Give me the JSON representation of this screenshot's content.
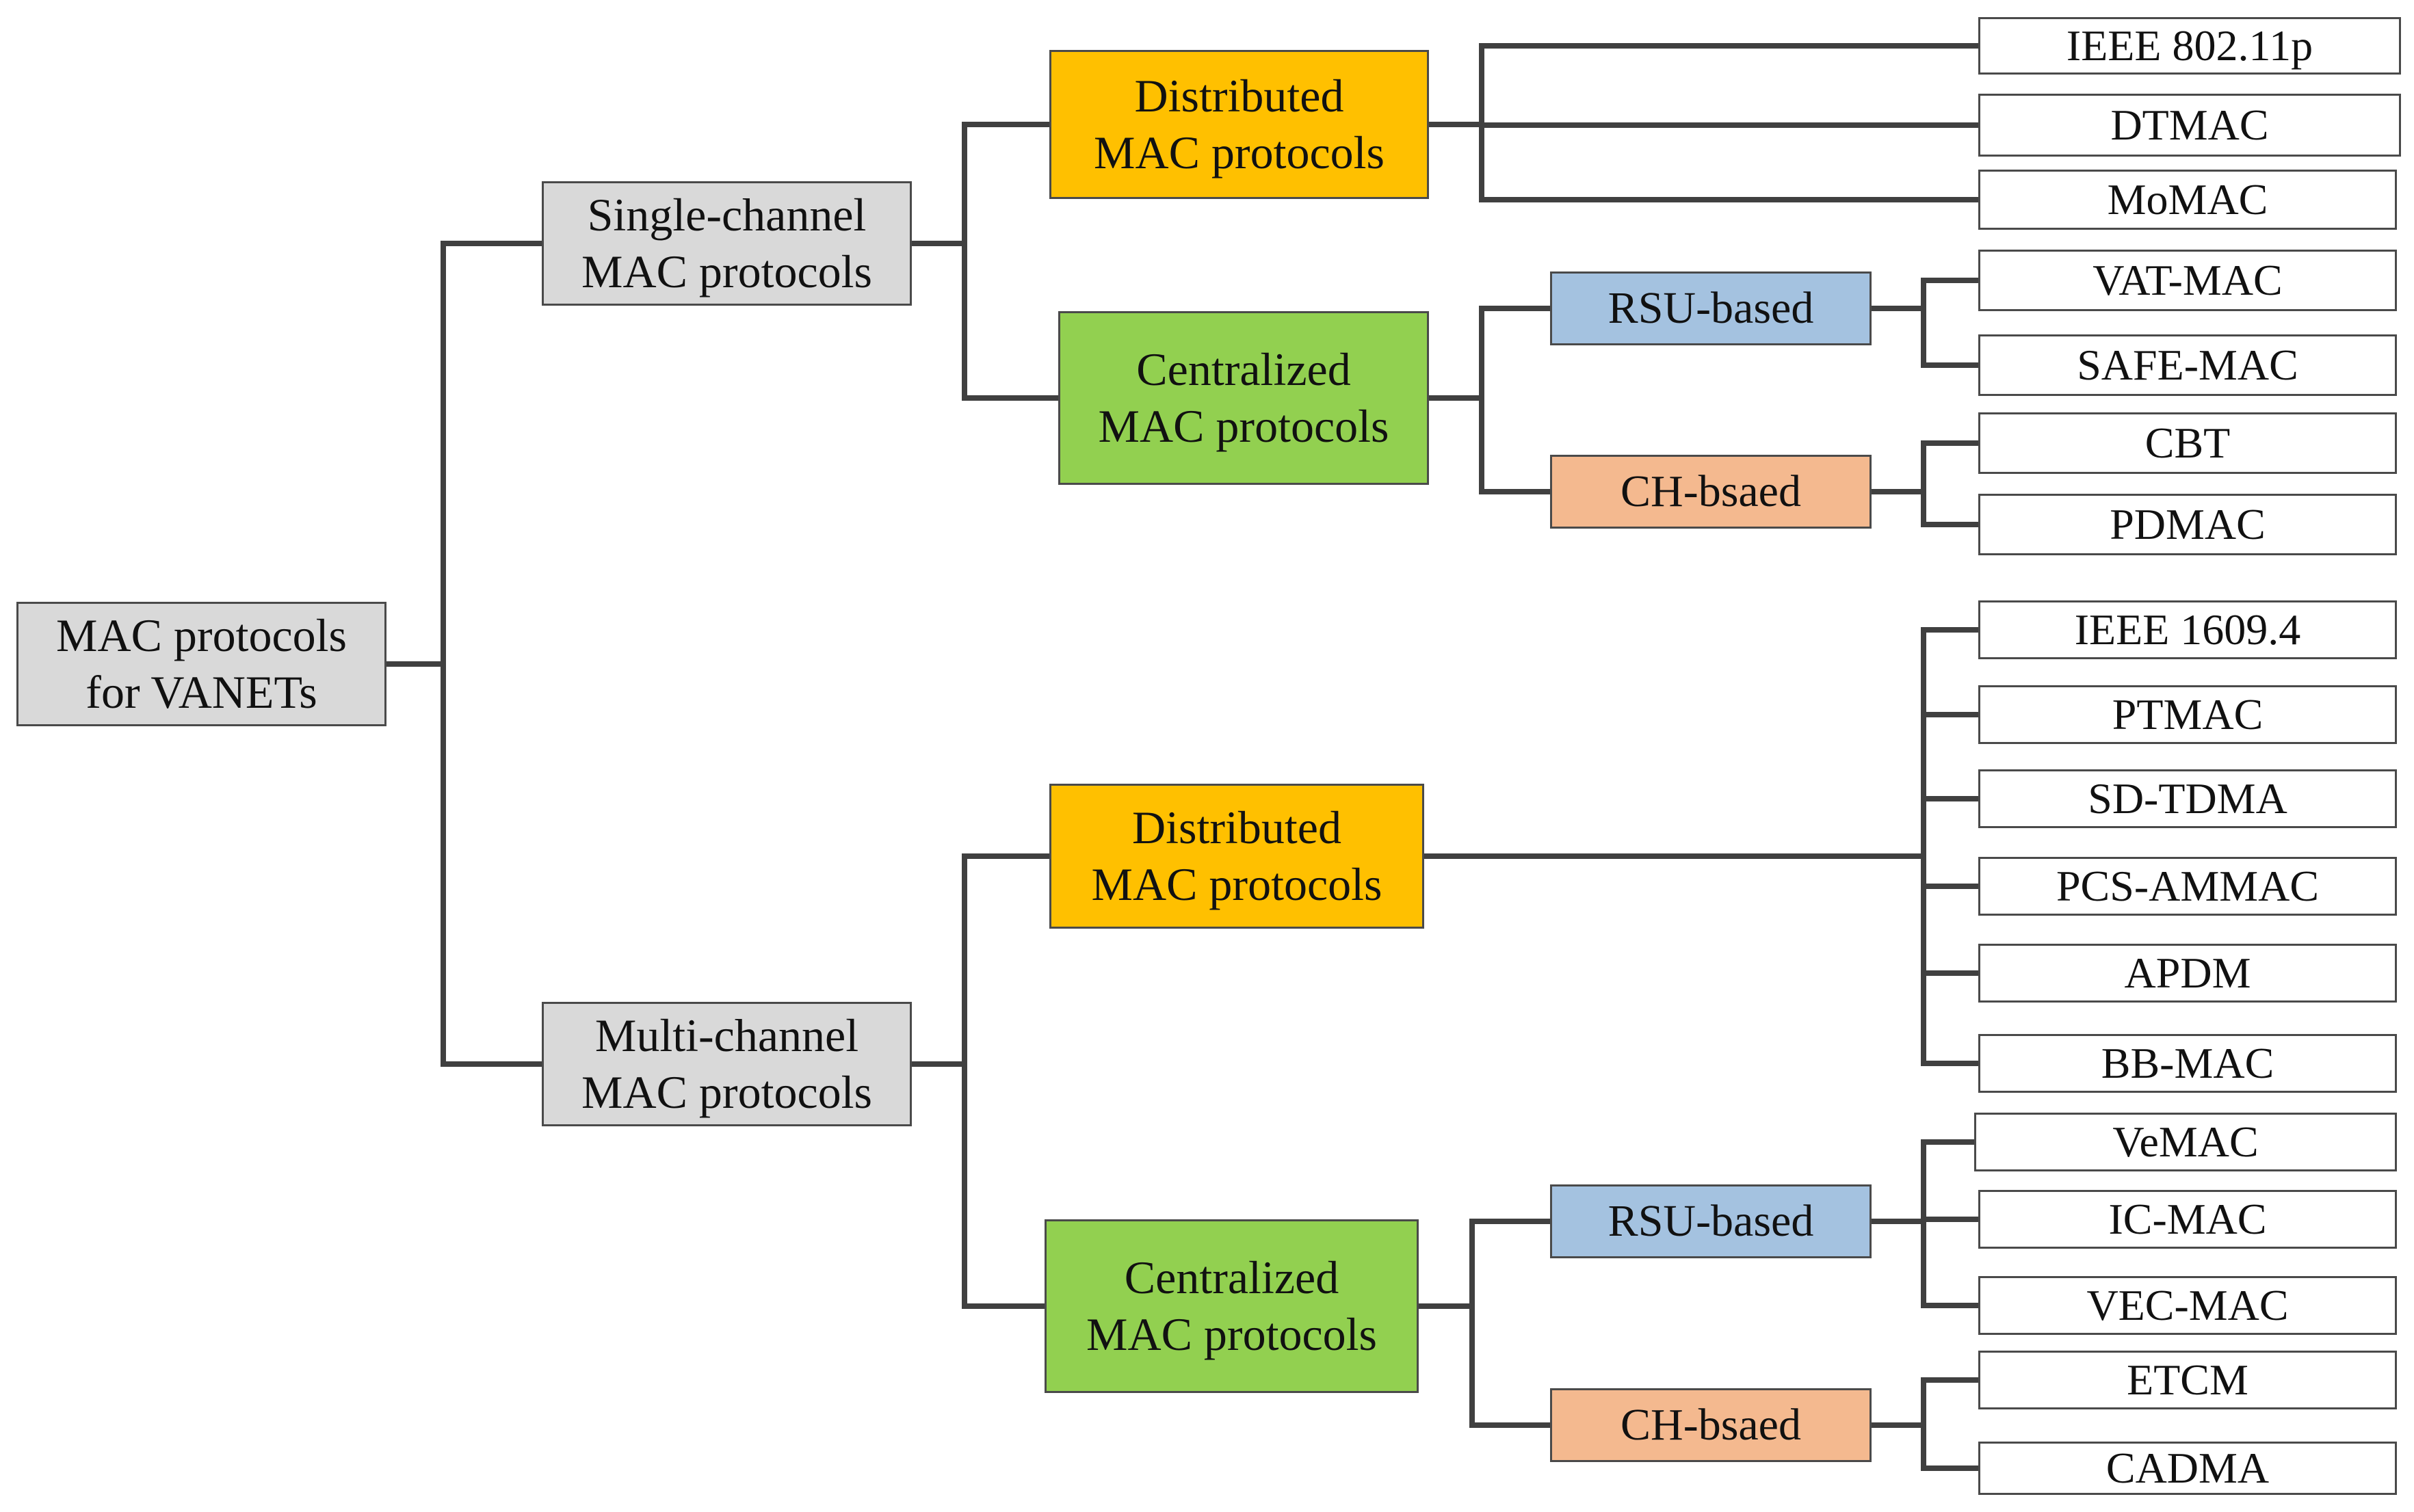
{
  "colors": {
    "gray": "#d9d9d9",
    "orange": "#ffc000",
    "green": "#92d050",
    "blue": "#a4c2e0",
    "salmon": "#f4b98f",
    "white": "#ffffff",
    "line": "#404040"
  },
  "root": {
    "line1": "MAC protocols",
    "line2": "for VANETs"
  },
  "single": {
    "line1": "Single-channel",
    "line2": "MAC protocols",
    "distributed": {
      "line1": "Distributed",
      "line2": "MAC protocols",
      "leaves": [
        "IEEE 802.11p",
        "DTMAC",
        "MoMAC"
      ]
    },
    "centralized": {
      "line1": "Centralized",
      "line2": "MAC protocols",
      "rsu": {
        "label": "RSU-based",
        "leaves": [
          "VAT-MAC",
          "SAFE-MAC"
        ]
      },
      "ch": {
        "label": "CH-bsaed",
        "leaves": [
          "CBT",
          "PDMAC"
        ]
      }
    }
  },
  "multi": {
    "line1": "Multi-channel",
    "line2": "MAC protocols",
    "distributed": {
      "line1": "Distributed",
      "line2": "MAC protocols",
      "leaves": [
        "IEEE 1609.4",
        "PTMAC",
        "SD-TDMA",
        "PCS-AMMAC",
        "APDM",
        "BB-MAC"
      ]
    },
    "centralized": {
      "line1": "Centralized",
      "line2": "MAC protocols",
      "rsu": {
        "label": "RSU-based",
        "leaves": [
          "VeMAC",
          "IC-MAC",
          "VEC-MAC"
        ]
      },
      "ch": {
        "label": "CH-bsaed",
        "leaves": [
          "ETCM",
          "CADMA"
        ]
      }
    }
  }
}
